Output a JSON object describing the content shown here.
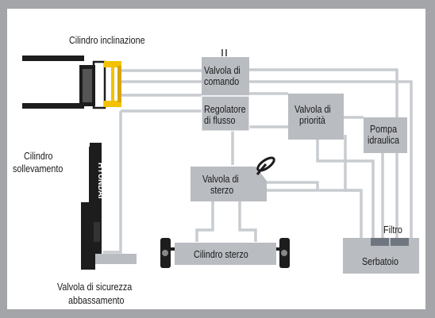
{
  "labels": {
    "tilt_cylinder": "Cilindro inclinazione",
    "lift_cylinder_line1": "Cilindro",
    "lift_cylinder_line2": "sollevamento",
    "control_valve_line1": "Valvola di",
    "control_valve_line2": "comando",
    "flow_regulator_line1": "Regolatore",
    "flow_regulator_line2": "di flusso",
    "priority_valve_line1": "Valvola di",
    "priority_valve_line2": "priorità",
    "pump_line1": "Pompa",
    "pump_line2": "idraulica",
    "steering_valve_line1": "Valvola di",
    "steering_valve_line2": "sterzo",
    "steering_cylinder": "Cilindro sterzo",
    "filter": "Filtro",
    "tank": "Serbatoio",
    "safety_valve_line1": "Valvola di sicurezza",
    "safety_valve_line2": "abbassamento",
    "mast_brand": "HYUNDAI"
  },
  "colors": {
    "frame": "#a3a5a8",
    "background": "#ffffff",
    "component_fill": "#b9bcc1",
    "pipe": "#c8ccd1",
    "dark_part": "#1d1d1d",
    "accent_yellow": "#f2c200",
    "filter_fill": "#6f7680"
  }
}
